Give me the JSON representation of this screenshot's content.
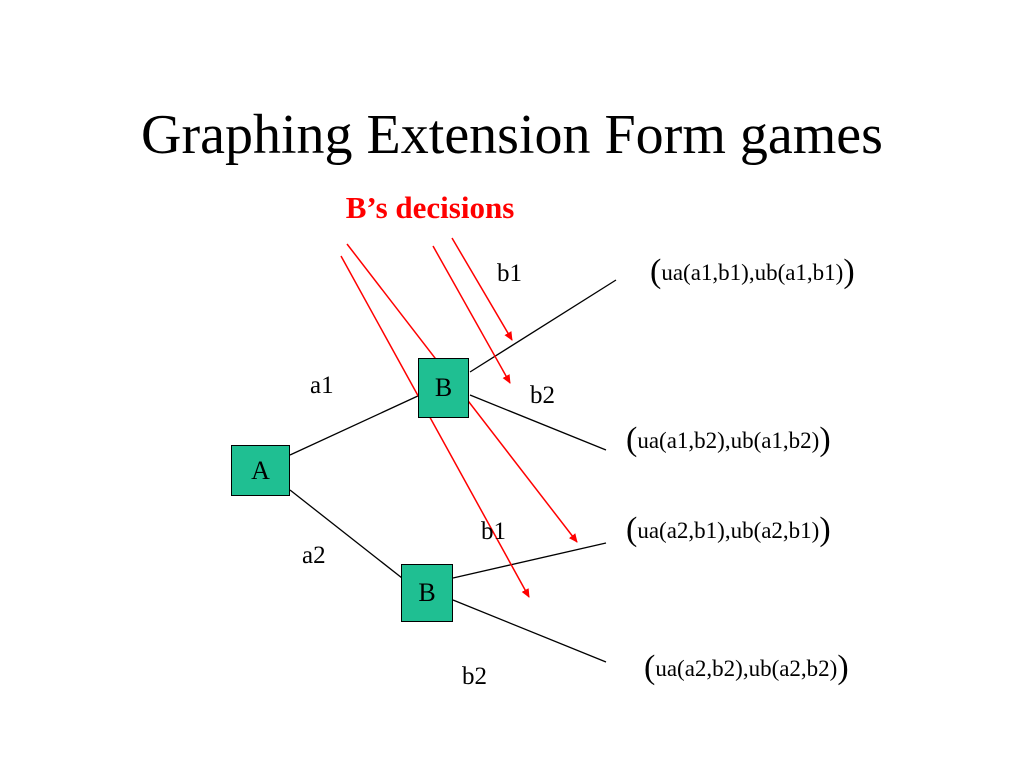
{
  "title": "Graphing Extension Form games",
  "annotation": "B’s decisions",
  "nodes": {
    "root": "A",
    "upper": "B",
    "lower": "B"
  },
  "labels": {
    "a1": "a1",
    "a2": "a2",
    "upper_b1": "b1",
    "upper_b2": "b2",
    "lower_b1": "b1",
    "lower_b2": "b2"
  },
  "payoffs": {
    "a1b1": "ua(a1,b1),ub(a1,b1)",
    "a1b2": "ua(a1,b2),ub(a1,b2)",
    "a2b1": "ua(a2,b1),ub(a2,b1)",
    "a2b2": "ua(a2,b2),ub(a2,b2)"
  },
  "parens": {
    "open": "(",
    "close": ")"
  },
  "colors": {
    "node_fill": "#1fbf92",
    "annotation": "#ff0000",
    "arrow": "#ff0000",
    "edge": "#000000"
  }
}
